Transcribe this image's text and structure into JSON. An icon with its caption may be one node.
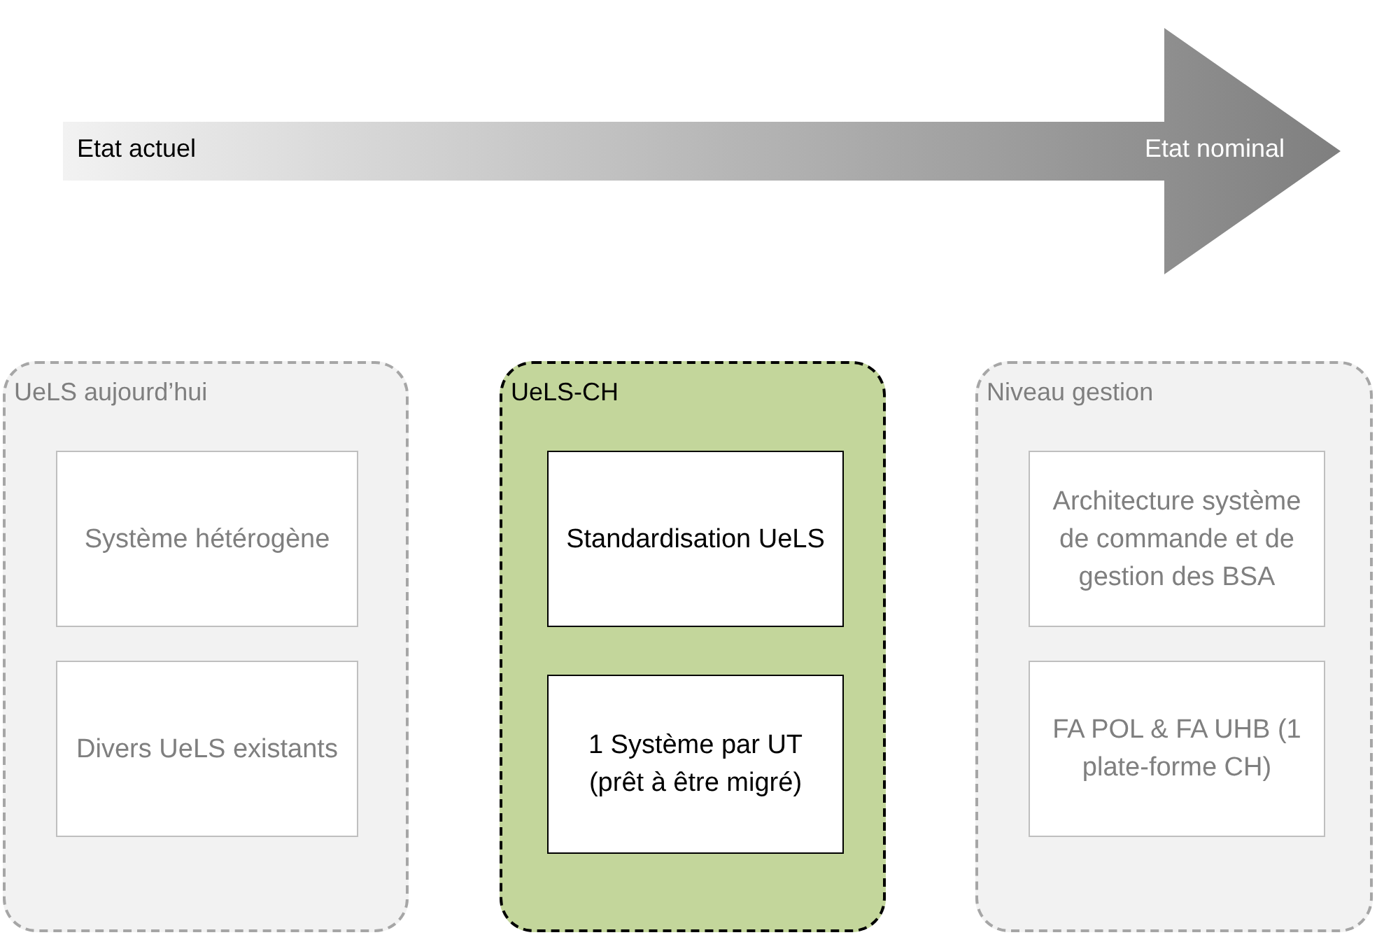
{
  "diagram": {
    "nodes": [
      {
        "text": [
          "Etat actuel",
          "Etat nominal"
        ]
      },
      {
        "text": [
          "UeLS aujourd’hui"
        ]
      },
      {
        "text": [
          "Système hétérogène"
        ],
        "in": 1
      },
      {
        "text": [
          "Divers UeLS existants"
        ],
        "in": 1
      },
      {
        "text": [
          "UeLS-CH"
        ]
      },
      {
        "text": [
          "Standardisation UeLS"
        ],
        "in": 4
      },
      {
        "text": [
          "1 Système par UT (prêt à être migré)"
        ],
        "in": 4
      },
      {
        "text": [
          "Niveau gestion"
        ]
      },
      {
        "text": [
          "Architecture système de commande et de gestion des BSA"
        ],
        "in": 7
      },
      {
        "text": [
          "FA POL & FA UHB (1 plate-forme CH)"
        ],
        "in": 7
      }
    ]
  }
}
